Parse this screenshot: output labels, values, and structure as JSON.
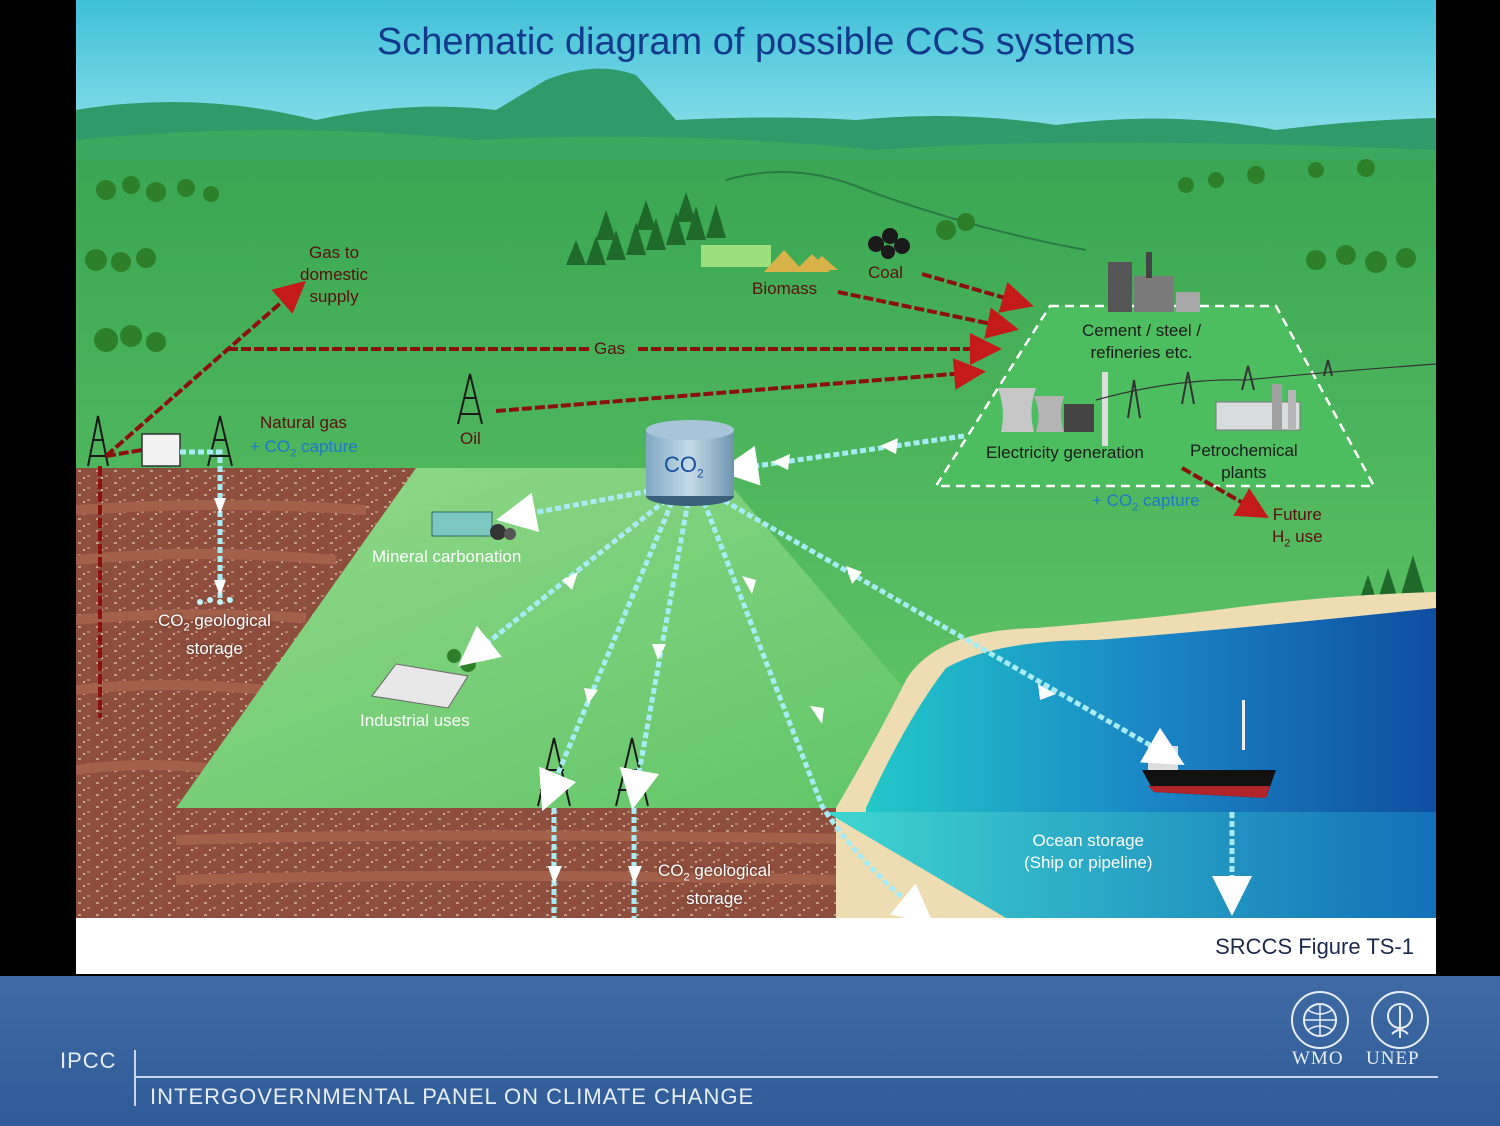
{
  "title": "Schematic diagram of possible CCS systems",
  "caption": "SRCCS Figure TS-1",
  "labels": {
    "gas_to_domestic_1": "Gas to",
    "gas_to_domestic_2": "domestic",
    "gas_to_domestic_3": "supply",
    "biomass": "Biomass",
    "coal": "Coal",
    "gas": "Gas",
    "oil": "Oil",
    "natural_gas": "Natural gas",
    "co2_capture_prefix": "+ CO",
    "co2_capture_sub": "2",
    "co2_capture_suffix": " capture",
    "cement_1": "Cement / steel /",
    "cement_2": "refineries etc.",
    "electricity": "Electricity generation",
    "petrochemical_1": "Petrochemical",
    "petrochemical_2": "plants",
    "plant_capture_prefix": "+ CO",
    "plant_capture_sub": "2",
    "plant_capture_suffix": " capture",
    "future_1": "Future",
    "future_2_prefix": "H",
    "future_2_sub": "2",
    "future_2_suffix": " use",
    "tank_prefix": "CO",
    "tank_sub": "2",
    "mineral": "Mineral carbonation",
    "geo_left_prefix": "CO",
    "geo_left_sub": "2",
    "geo_left_suffix": " geological",
    "geo_left_2": "storage",
    "industrial": "Industrial uses",
    "geo_bottom_prefix": "CO",
    "geo_bottom_sub": "2",
    "geo_bottom_suffix": " geological",
    "geo_bottom_2": "storage",
    "ocean_1": "Ocean storage",
    "ocean_2": "(Ship or pipeline)"
  },
  "footer": {
    "abbr": "IPCC",
    "full_name": "INTERGOVERNMENTAL PANEL ON CLIMATE CHANGE",
    "logo_wmo": "WMO",
    "logo_unep": "UNEP"
  },
  "colors": {
    "sky": "#4fc6dc",
    "grass": "#3fae55",
    "sea": "#1466b4",
    "flow_red": "#b01818",
    "co2_pipe": "#9fe6f2",
    "title": "#123a8a"
  }
}
